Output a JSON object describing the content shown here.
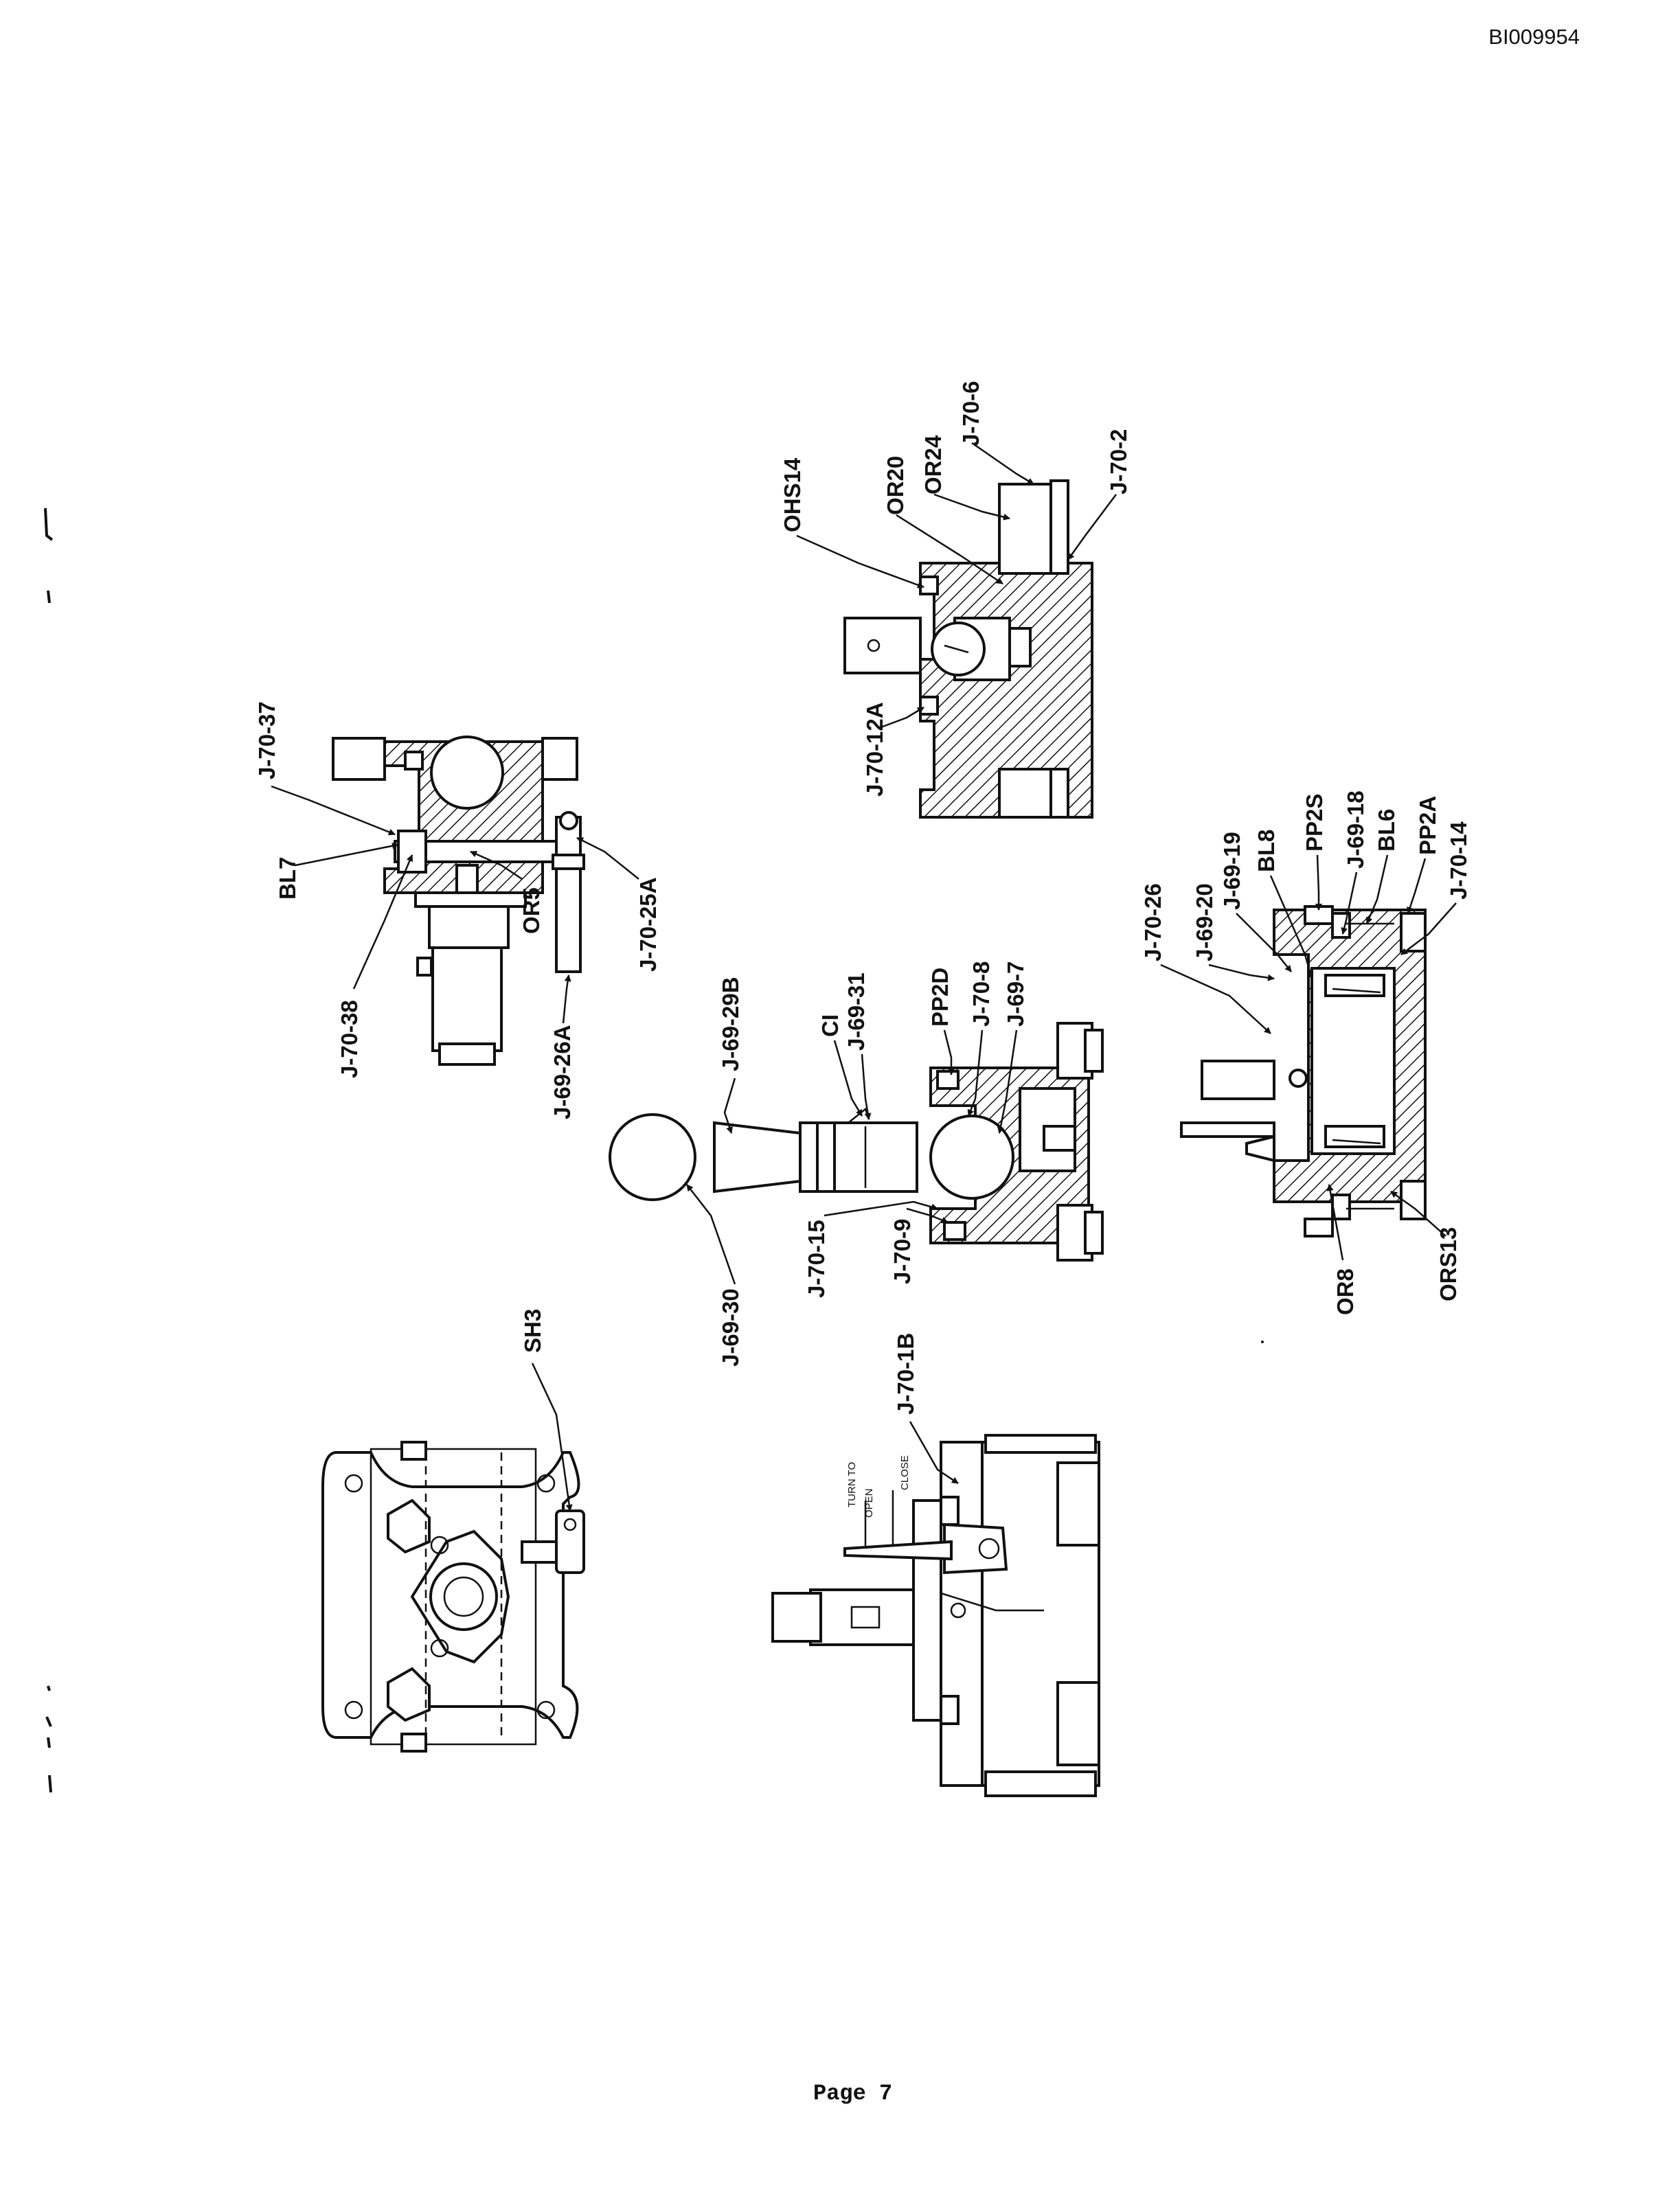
{
  "document_id": "BI009954",
  "footer": {
    "page_label": "Page 7"
  },
  "figures": {
    "top_view": {
      "labels": [
        "SH3"
      ]
    },
    "front_view": {
      "labels": [
        "J-70-1B"
      ],
      "valve_text": {
        "turn_to": "TURN TO",
        "open": "OPEN",
        "close": "CLOSE"
      }
    },
    "lever_section": {
      "labels": [
        "J-69-30",
        "J-69-29B",
        "CI",
        "J-69-31",
        "PP2D",
        "J-70-8",
        "J-69-7",
        "J-70-15",
        "J-70-9"
      ]
    },
    "side_section": {
      "labels": [
        "J-70-37",
        "BL7",
        "J-70-38",
        "OR5",
        "J-69-26A",
        "J-70-25A"
      ]
    },
    "valve_section": {
      "labels": [
        "OHS14",
        "OR20",
        "OR24",
        "J-70-6",
        "J-70-2",
        "J-70-12A"
      ]
    },
    "plunger_section": {
      "labels": [
        "J-70-26",
        "J-69-20",
        "J-69-19",
        "BL8",
        "PP2S",
        "J-69-18",
        "BL6",
        "PP2A",
        "J-70-14",
        "OR8",
        "ORS13"
      ]
    }
  }
}
